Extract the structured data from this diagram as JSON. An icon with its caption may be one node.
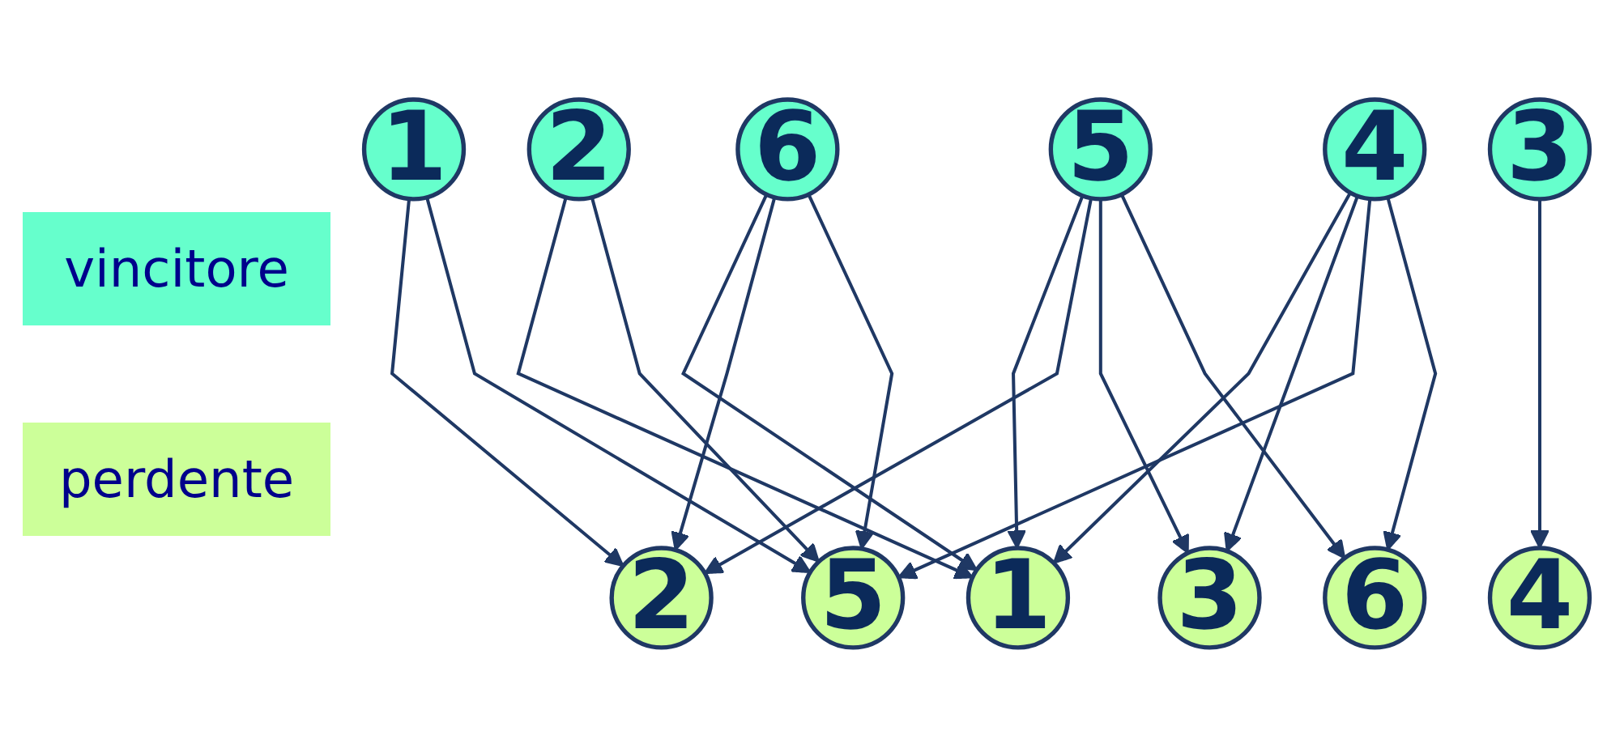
{
  "diagram": {
    "nodes": [
      {
        "text": [
          "1"
        ]
      },
      {
        "text": [
          "2"
        ]
      },
      {
        "text": [
          "3"
        ]
      },
      {
        "text": [
          "4"
        ]
      },
      {
        "text": [
          "5"
        ]
      },
      {
        "text": [
          "6"
        ]
      },
      {
        "text": [
          "1"
        ]
      },
      {
        "text": [
          "2"
        ]
      },
      {
        "text": [
          "3"
        ]
      },
      {
        "text": [
          "4"
        ]
      },
      {
        "text": [
          "5"
        ]
      },
      {
        "text": [
          "6"
        ]
      }
    ],
    "edges": [
      {
        "from": 0,
        "to": 7,
        "arrow": "to"
      },
      {
        "from": 0,
        "to": 10,
        "arrow": "to"
      },
      {
        "from": 1,
        "to": 6,
        "arrow": "to"
      },
      {
        "from": 1,
        "to": 10,
        "arrow": "to"
      },
      {
        "from": 2,
        "to": 9,
        "arrow": "to"
      },
      {
        "from": 3,
        "to": 6,
        "arrow": "to"
      },
      {
        "from": 3,
        "to": 8,
        "arrow": "to"
      },
      {
        "from": 3,
        "to": 10,
        "arrow": "to"
      },
      {
        "from": 3,
        "to": 11,
        "arrow": "to"
      },
      {
        "from": 4,
        "to": 6,
        "arrow": "to"
      },
      {
        "from": 4,
        "to": 7,
        "arrow": "to"
      },
      {
        "from": 4,
        "to": 8,
        "arrow": "to"
      },
      {
        "from": 4,
        "to": 11,
        "arrow": "to"
      },
      {
        "from": 5,
        "to": 6,
        "arrow": "to"
      },
      {
        "from": 5,
        "to": 7,
        "arrow": "to"
      },
      {
        "from": 5,
        "to": 10,
        "arrow": "to"
      }
    ],
    "legend": [
      {
        "text": "vincitore",
        "color": "#66ffcc"
      },
      {
        "text": "perdente",
        "color": "#ccff99"
      }
    ]
  }
}
